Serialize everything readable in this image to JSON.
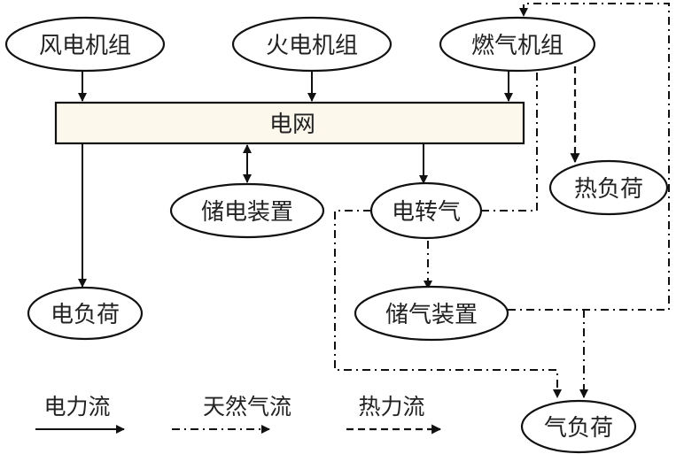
{
  "diagram": {
    "title": "",
    "nodes": {
      "wind": "风电机组",
      "thermal": "火电机组",
      "gas_turbine": "燃气机组",
      "grid": "电网",
      "elec_storage": "储电装置",
      "p2g": "电转气",
      "heat_load": "热负荷",
      "elec_load": "电负荷",
      "gas_storage": "储气装置",
      "gas_load": "气负荷"
    },
    "edges": [
      {
        "from": "风电机组",
        "to": "电网",
        "type": "power"
      },
      {
        "from": "火电机组",
        "to": "电网",
        "type": "power"
      },
      {
        "from": "燃气机组",
        "to": "电网",
        "type": "power"
      },
      {
        "from": "电网",
        "to": "储电装置",
        "type": "power",
        "bidirectional": true
      },
      {
        "from": "电网",
        "to": "电转气",
        "type": "power"
      },
      {
        "from": "电网",
        "to": "电负荷",
        "type": "power"
      },
      {
        "from": "燃气机组",
        "to": "热负荷",
        "type": "heat"
      },
      {
        "from": "电转气",
        "to": "燃气机组",
        "type": "gas"
      },
      {
        "from": "电转气",
        "to": "储气装置",
        "type": "gas"
      },
      {
        "from": "电转气",
        "to": "气负荷",
        "type": "gas"
      },
      {
        "from": "储气装置",
        "to": "燃气机组",
        "type": "gas"
      },
      {
        "from": "储气装置",
        "to": "气负荷",
        "type": "gas"
      }
    ],
    "legend": {
      "power": "电力流",
      "gas": "天然气流",
      "heat": "热力流"
    }
  }
}
